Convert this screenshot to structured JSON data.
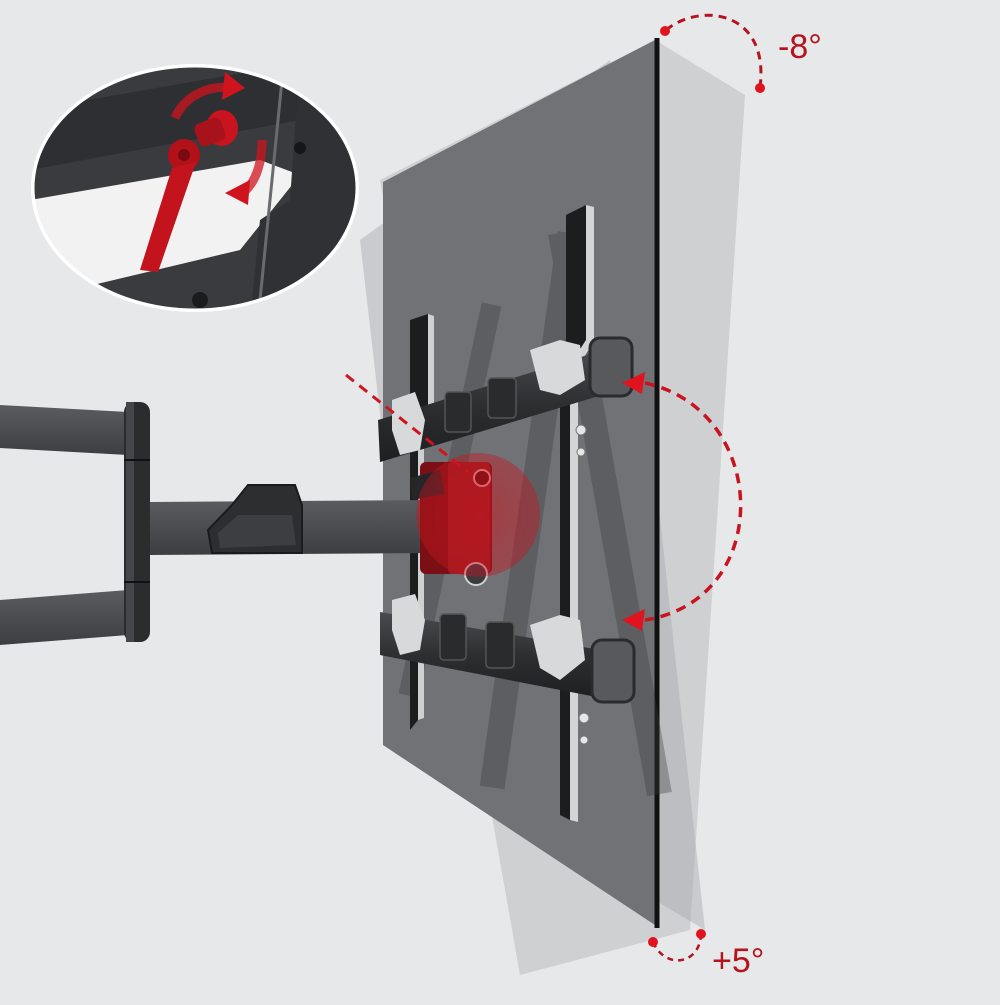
{
  "diagram": {
    "subject": "full-motion TV wall mount with tilt adjustment",
    "background_color": "#e6e8ea",
    "accent_color": "#c8141e",
    "tilt": {
      "up_label": "-8°",
      "down_label": "+5°"
    },
    "callouts": [
      {
        "id": "inset-lever",
        "description": "red tilt-lock lever knob with rotation arrows"
      },
      {
        "id": "tilt-pivot",
        "description": "red highlighted tilt pivot bracket"
      },
      {
        "id": "rotation-arc",
        "description": "dashed red double-headed arc between upper and lower cross bars"
      }
    ],
    "components": [
      "wall arms",
      "hinge post",
      "extension arm with cable cover",
      "VESA vertical rails",
      "horizontal cross bars",
      "TV panel (ghosted tilt positions)"
    ]
  }
}
